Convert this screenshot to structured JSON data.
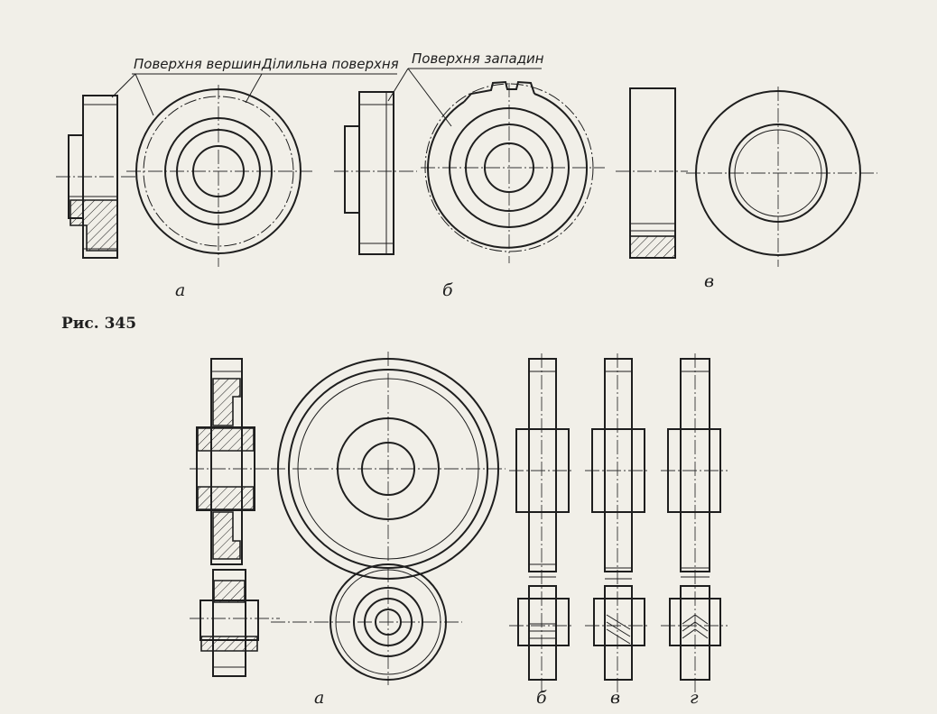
{
  "annotations": {
    "tips_surface": "Поверхня вершин",
    "pitch_surface": "Ділильна поверхня",
    "roots_surface": "Поверхня западин"
  },
  "figure_caption": "Рис. 345",
  "top_labels": {
    "a": "а",
    "b": "б",
    "v": "в"
  },
  "bottom_labels": {
    "a": "а",
    "b": "б",
    "v": "в",
    "g": "г"
  },
  "colors": {
    "ink": "#1e1e1e",
    "paper": "#f1efe8"
  }
}
